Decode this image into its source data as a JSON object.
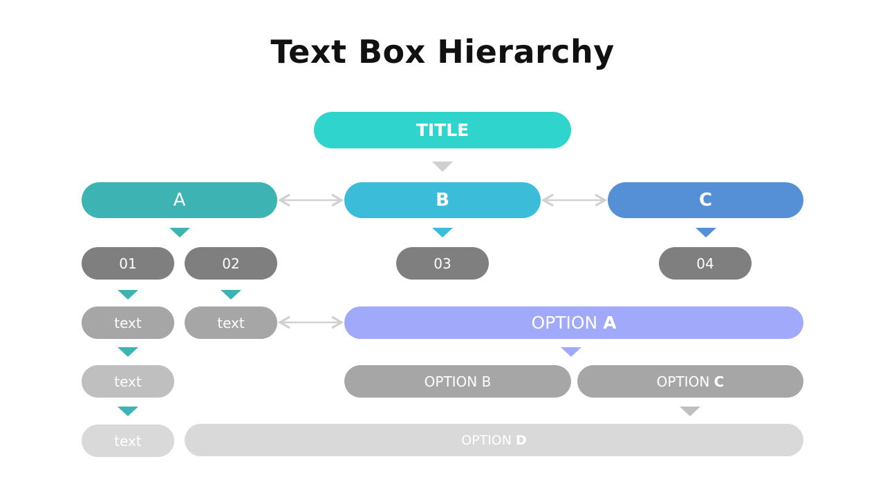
{
  "heading": "Text Box Hierarchy",
  "title_box": {
    "label": "TITLE",
    "color": "#2fd5cc"
  },
  "level1": [
    {
      "label": "A",
      "color": "#3db4b3"
    },
    {
      "label": "B",
      "color": "#3bbdd9"
    },
    {
      "label": "C",
      "color": "#558fd6"
    }
  ],
  "level2": [
    "01",
    "02",
    "03",
    "04"
  ],
  "text_boxes": [
    "text",
    "text",
    "text",
    "text"
  ],
  "options": {
    "a": {
      "prefix": "OPTION ",
      "letter": "A",
      "color": "#a1a9fb"
    },
    "b": {
      "prefix": "OPTION ",
      "letter": "B"
    },
    "c": {
      "prefix": "OPTION ",
      "letter": "C"
    },
    "d": {
      "prefix": "OPTION ",
      "letter": "D"
    }
  },
  "colors": {
    "dark_gray": "#7f7f7f",
    "mid_gray": "#a6a6a6",
    "light_gray": "#bfbfbf",
    "lighter_gray": "#d9d9d9",
    "arrow_gray": "#d0d0d0"
  }
}
